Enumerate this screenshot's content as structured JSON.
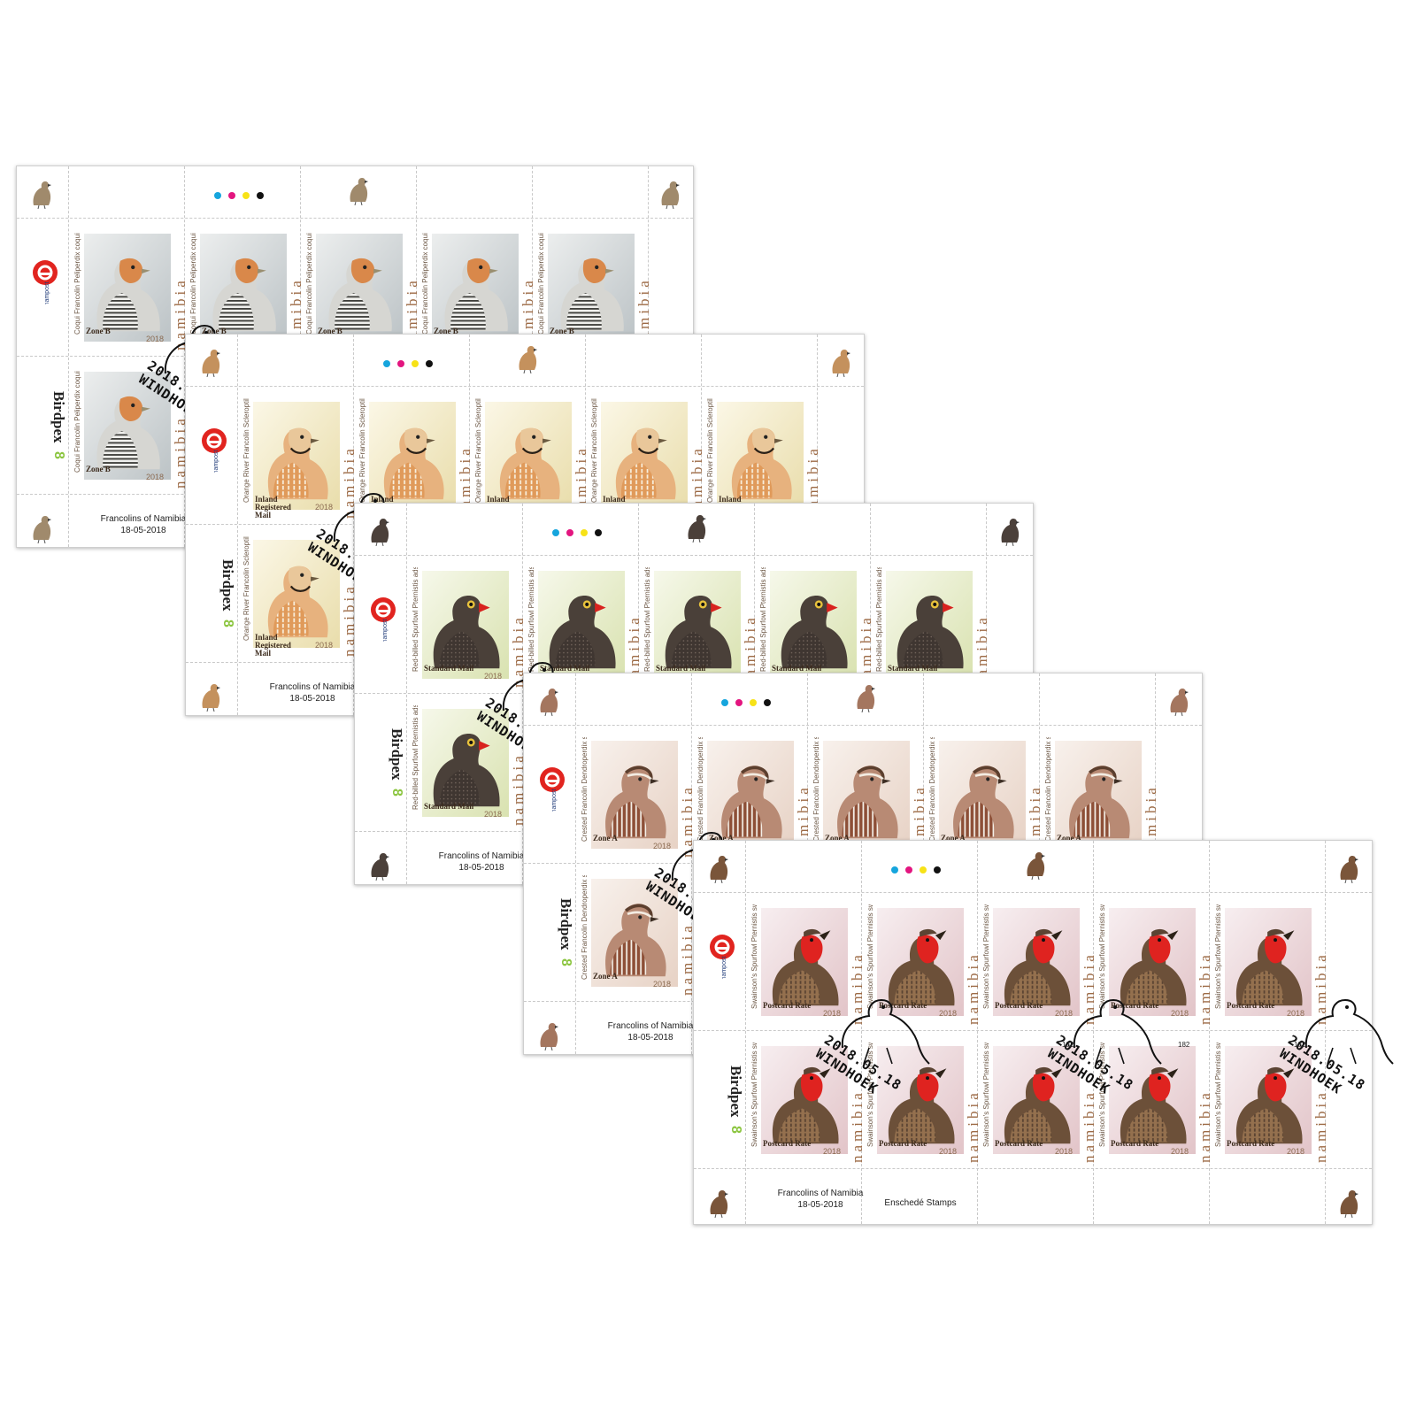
{
  "product": {
    "caption_title": "Francolins of Namibia",
    "caption_date": "18-05-2018",
    "printer": "Enschedé Stamps",
    "country": "namibia",
    "year": "2018",
    "nampost_text": "nampost",
    "birdpex_text": "Birdpex",
    "birdpex_number": "8",
    "postmark_date": "2018.05.18",
    "postmark_place": "WINDHOEK",
    "sheet_number": "182"
  },
  "colors": {
    "cyan": "#16a5dd",
    "magenta": "#e3157f",
    "yellow": "#f7e217",
    "black": "#111111",
    "nampost_red": "#e1241f",
    "birdpex_green": "#8bc53f"
  },
  "sheets": [
    {
      "id": "coqui",
      "common_name": "Coqui Francolin",
      "latin_name": "Peliperdix coqui",
      "value": "Zone B",
      "bird": "coqui",
      "bg_from": "#eceeee",
      "bg_to": "#bcc3c6"
    },
    {
      "id": "orange-river",
      "common_name": "Orange River Francolin",
      "latin_name": "Scleroptila levaillantoides",
      "value": "Inland Registered Mail",
      "bird": "orange",
      "bg_from": "#fbf7e6",
      "bg_to": "#e9ddab"
    },
    {
      "id": "red-billed",
      "common_name": "Red-billed Spurfowl",
      "latin_name": "Pternistis adspersus",
      "value": "Standard Mail",
      "bird": "redbilled",
      "bg_from": "#f6f8ea",
      "bg_to": "#d9e2b0"
    },
    {
      "id": "crested",
      "common_name": "Crested Francolin",
      "latin_name": "Dendroperdix sephaena",
      "value": "Zone A",
      "bird": "crested",
      "bg_from": "#f8f1ec",
      "bg_to": "#e7d2c5"
    },
    {
      "id": "swainsons",
      "common_name": "Swainson's Spurfowl",
      "latin_name": "Pternistis swainsonii",
      "value": "Postcard Rate",
      "bird": "swainson",
      "bg_from": "#f7eef0",
      "bg_to": "#e2c4c8"
    }
  ]
}
